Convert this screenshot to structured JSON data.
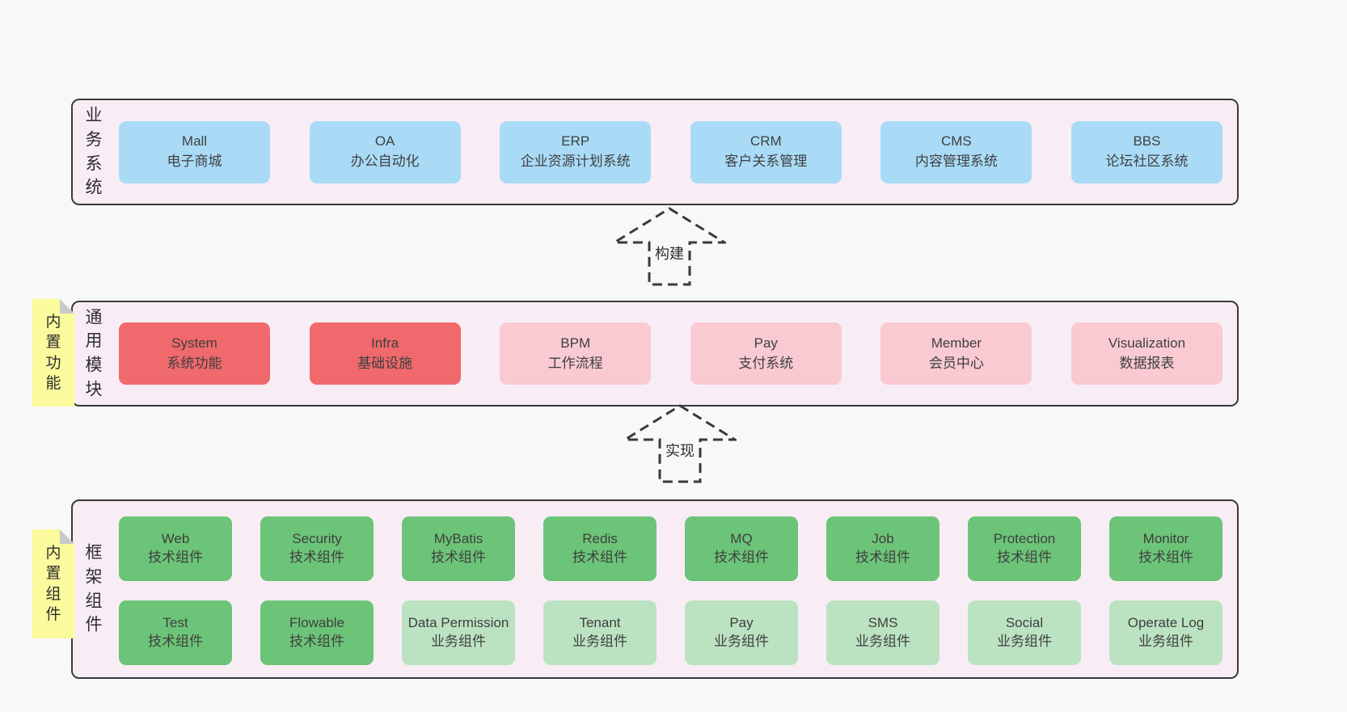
{
  "colors": {
    "page_bg": "#f8f8f8",
    "panel_bg": "#f8edf5",
    "panel_border": "#3a3a3a",
    "blue": "#a9dbf7",
    "red": "#f0696c",
    "pink": "#f9cad2",
    "green": "#6cc478",
    "green_light": "#bbe3c1",
    "note_yellow": "#fbfa9d",
    "note_fold": "#c9c9c9",
    "text": "#3f3f3f"
  },
  "sections": [
    {
      "label": "业务系统",
      "boxes": [
        {
          "name": "Mall",
          "desc": "电子商城",
          "variant": "blue"
        },
        {
          "name": "OA",
          "desc": "办公自动化",
          "variant": "blue"
        },
        {
          "name": "ERP",
          "desc": "企业资源计划系统",
          "variant": "blue"
        },
        {
          "name": "CRM",
          "desc": "客户关系管理",
          "variant": "blue"
        },
        {
          "name": "CMS",
          "desc": "内容管理系统",
          "variant": "blue"
        },
        {
          "name": "BBS",
          "desc": "论坛社区系统",
          "variant": "blue"
        }
      ]
    },
    {
      "label": "通用模块",
      "note": "内置功能",
      "boxes": [
        {
          "name": "System",
          "desc": "系统功能",
          "variant": "red"
        },
        {
          "name": "Infra",
          "desc": "基础设施",
          "variant": "red"
        },
        {
          "name": "BPM",
          "desc": "工作流程",
          "variant": "pink"
        },
        {
          "name": "Pay",
          "desc": "支付系统",
          "variant": "pink"
        },
        {
          "name": "Member",
          "desc": "会员中心",
          "variant": "pink"
        },
        {
          "name": "Visualization",
          "desc": "数据报表",
          "variant": "pink"
        }
      ]
    },
    {
      "label": "框架组件",
      "note": "内置组件",
      "rows": [
        [
          {
            "name": "Web",
            "desc": "技术组件",
            "variant": "green"
          },
          {
            "name": "Security",
            "desc": "技术组件",
            "variant": "green"
          },
          {
            "name": "MyBatis",
            "desc": "技术组件",
            "variant": "green"
          },
          {
            "name": "Redis",
            "desc": "技术组件",
            "variant": "green"
          },
          {
            "name": "MQ",
            "desc": "技术组件",
            "variant": "green"
          },
          {
            "name": "Job",
            "desc": "技术组件",
            "variant": "green"
          },
          {
            "name": "Protection",
            "desc": "技术组件",
            "variant": "green"
          },
          {
            "name": "Monitor",
            "desc": "技术组件",
            "variant": "green"
          }
        ],
        [
          {
            "name": "Test",
            "desc": "技术组件",
            "variant": "green"
          },
          {
            "name": "Flowable",
            "desc": "技术组件",
            "variant": "green"
          },
          {
            "name": "Data Permission",
            "desc": "业务组件",
            "variant": "green-light"
          },
          {
            "name": "Tenant",
            "desc": "业务组件",
            "variant": "green-light"
          },
          {
            "name": "Pay",
            "desc": "业务组件",
            "variant": "green-light"
          },
          {
            "name": "SMS",
            "desc": "业务组件",
            "variant": "green-light"
          },
          {
            "name": "Social",
            "desc": "业务组件",
            "variant": "green-light"
          },
          {
            "name": "Operate Log",
            "desc": "业务组件",
            "variant": "green-light"
          }
        ]
      ]
    }
  ],
  "arrows": [
    {
      "label": "构建"
    },
    {
      "label": "实现"
    }
  ]
}
